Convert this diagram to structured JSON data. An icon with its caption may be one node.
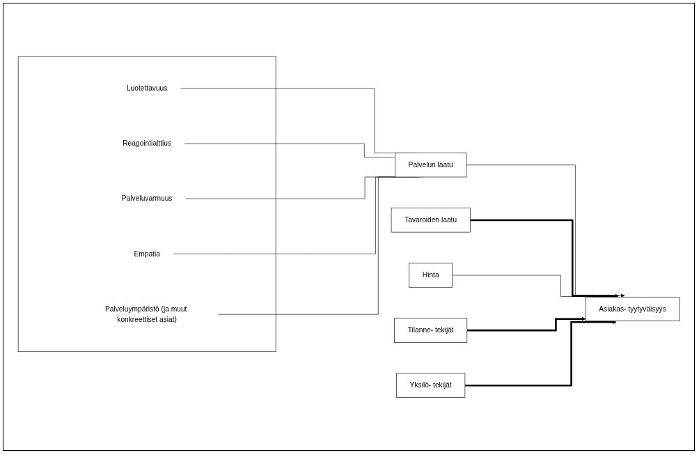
{
  "diagram": {
    "nodes": [
      {
        "text": [],
        "shape": "box"
      },
      {
        "text": [
          "Luotettavuus"
        ],
        "in": 0
      },
      {
        "text": [
          "Reagointialttius"
        ],
        "in": 0
      },
      {
        "text": [
          "Palveluvarmuus"
        ],
        "in": 0
      },
      {
        "text": [
          "Empatia"
        ],
        "in": 0
      },
      {
        "text": [
          "Palveluympäristö (ja muut konkreettiset asiat)"
        ],
        "in": 0
      },
      {
        "text": [
          "Palvelun laatu"
        ]
      },
      {
        "text": [
          "Tilanne- tekijät"
        ]
      },
      {
        "text": [
          "Tavaroiden laatu"
        ]
      },
      {
        "text": [
          "Asiakas- tyytyväisyys"
        ]
      },
      {
        "text": [
          "Hinta"
        ]
      },
      {
        "text": [
          "Yksilö- tekijät"
        ]
      }
    ],
    "edges": [
      {
        "from": 1,
        "to": 6,
        "arrow": "none"
      },
      {
        "from": 2,
        "to": 6,
        "arrow": "none"
      },
      {
        "from": 3,
        "to": 6,
        "arrow": "none"
      },
      {
        "from": 4,
        "to": 6,
        "arrow": "none"
      },
      {
        "from": 5,
        "to": 6,
        "arrow": "none"
      },
      {
        "from": 6,
        "to": 9,
        "arrow": "to"
      },
      {
        "from": 8,
        "to": 9,
        "arrow": "to",
        "style": "thick"
      },
      {
        "from": 10,
        "to": 9,
        "arrow": "to"
      },
      {
        "from": 7,
        "to": 9,
        "arrow": "to",
        "style": "thick"
      },
      {
        "from": 11,
        "to": 9,
        "arrow": "to",
        "style": "thick"
      }
    ]
  }
}
